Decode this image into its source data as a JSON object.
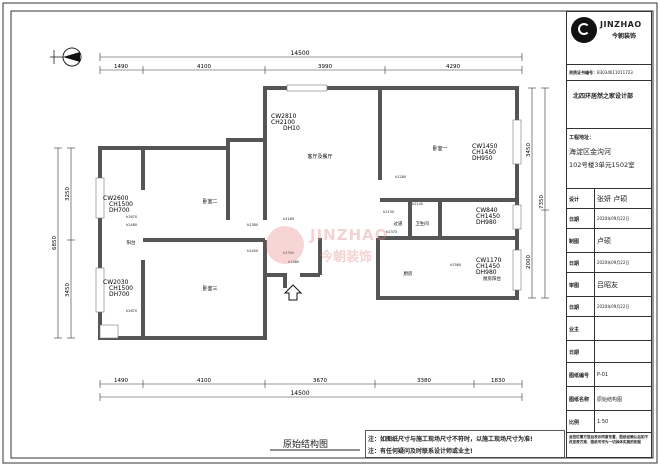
{
  "drawing": {
    "caption": "原始结构图",
    "dims_top": {
      "total": "14500",
      "segs": [
        "1490",
        "4100",
        "3990",
        "4290"
      ]
    },
    "dims_bottom": {
      "total": "14500",
      "segs": [
        "1490",
        "4100",
        "3670",
        "3380",
        "1830"
      ]
    },
    "dims_left": {
      "total": "6850",
      "segs": [
        "3250",
        "3450"
      ]
    },
    "dims_right": {
      "total": "7350",
      "segs": [
        "3450",
        "2000"
      ]
    },
    "rooms": {
      "living": "客厅及餐厅",
      "bed1": "卧室一",
      "bed2": "卧室二",
      "bed3": "卧室三",
      "bath": "卫生间",
      "corridor": "过道",
      "kitchen": "厨房",
      "kitchen_bal": "厨房阳台",
      "balcony": "阳台"
    },
    "windows": {
      "w_living": [
        "CW2810",
        "CH2100",
        "DH10"
      ],
      "w_bed1": [
        "CW1450",
        "CH1450",
        "DH950"
      ],
      "w_bed2": [
        "CW2600",
        "CH1500",
        "DH700"
      ],
      "w_bed3": [
        "CW2030",
        "CH1500",
        "DH700"
      ],
      "w_bath": [
        "CW840",
        "CH1450",
        "DH980"
      ],
      "w_kitchen": [
        "CW1170",
        "CH1450",
        "DH980"
      ]
    },
    "heights": [
      "h2670",
      "h2480",
      "h2380",
      "h2180",
      "h2390",
      "h2400",
      "h2130",
      "h2280",
      "h2140",
      "h2370",
      "h2560",
      "h2670",
      "h2480"
    ]
  },
  "title_block": {
    "brand": "JINZHAO",
    "brand_cn": "今朝装饰",
    "cert_label": "资质证书编号：",
    "cert_value": "B3034611011723",
    "dept": "北四环居然之家设计部",
    "addr_label": "工程地址：",
    "addr_value1": "海淀区金沟河",
    "addr_value2": "102号楼3单元1502室",
    "rows": [
      {
        "label": "设计",
        "value": "张妍 卢硕"
      },
      {
        "label": "日期",
        "value": "2020年09月22日"
      },
      {
        "label": "制图",
        "value": "卢硕"
      },
      {
        "label": "日期",
        "value": "2020年09月22日"
      },
      {
        "label": "审图",
        "value": "吕昭友"
      },
      {
        "label": "日期",
        "value": "2020年09月22日"
      },
      {
        "label": "业主",
        "value": ""
      },
      {
        "label": "日期",
        "value": ""
      },
      {
        "label": "图纸编号",
        "value": "P-01"
      },
      {
        "label": "图纸名称",
        "value": "原始结构图"
      },
      {
        "label": "比例",
        "value": "1:50"
      }
    ],
    "footer": "会签栏需方签后表示同意布置、图纸经确认后如不改变原方案、图纸可作为一切具体实施的依据"
  },
  "notes": [
    "注：如图纸尺寸与施工现场尺寸不符时，以施工现场尺寸为准!",
    "注：有任何疑问及时联系设计师或业主!"
  ],
  "watermark": {
    "brand": "JINZHAO",
    "brand_cn": "今朝装饰"
  }
}
